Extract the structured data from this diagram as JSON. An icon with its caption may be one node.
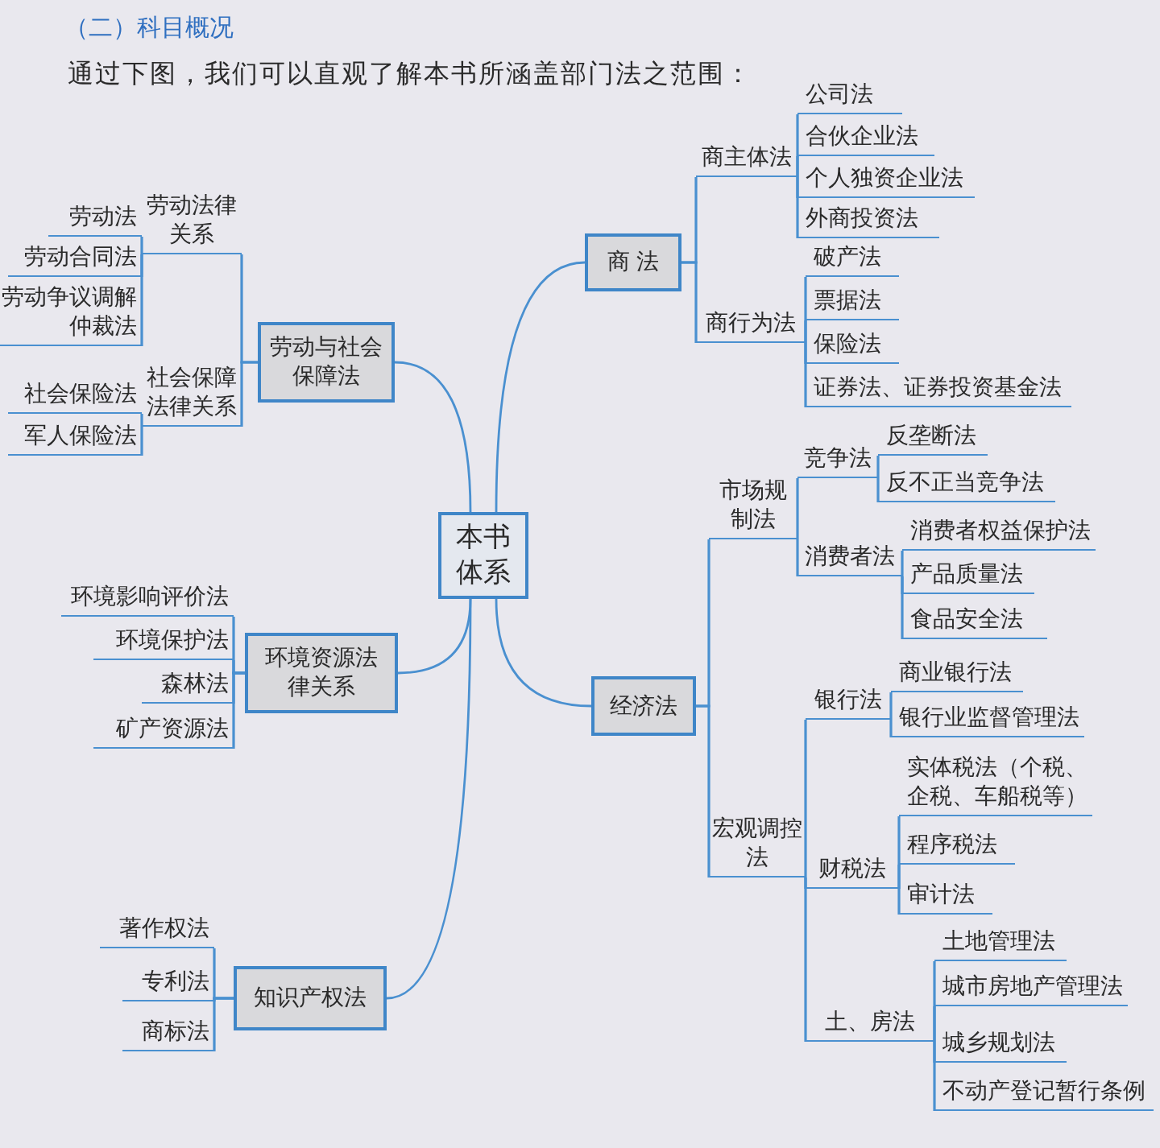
{
  "diagram": {
    "title": "（二）科目概况",
    "nodes": [
      {
        "text": [
          "本书体系"
        ]
      },
      {
        "text": [
          "商 法"
        ]
      },
      {
        "text": [
          "商主体法"
        ]
      },
      {
        "text": [
          "公司法"
        ]
      },
      {
        "text": [
          "合伙企业法"
        ]
      },
      {
        "text": [
          "个人独资企业法"
        ]
      },
      {
        "text": [
          "外商投资法"
        ]
      },
      {
        "text": [
          "商行为法"
        ]
      },
      {
        "text": [
          "破产法"
        ]
      },
      {
        "text": [
          "票据法"
        ]
      },
      {
        "text": [
          "保险法"
        ]
      },
      {
        "text": [
          "证券法、证券投资基金法"
        ]
      },
      {
        "text": [
          "劳动与社会保障法"
        ]
      },
      {
        "text": [
          "劳动法律关系"
        ]
      },
      {
        "text": [
          "劳动法"
        ]
      },
      {
        "text": [
          "劳动合同法"
        ]
      },
      {
        "text": [
          "劳动争议调解仲裁法"
        ]
      },
      {
        "text": [
          "社会保障法律关系"
        ]
      },
      {
        "text": [
          "社会保险法"
        ]
      },
      {
        "text": [
          "军人保险法"
        ]
      },
      {
        "text": [
          "经济法"
        ]
      },
      {
        "text": [
          "市场规制法"
        ]
      },
      {
        "text": [
          "竞争法"
        ]
      },
      {
        "text": [
          "反垄断法"
        ]
      },
      {
        "text": [
          "反不正当竞争法"
        ]
      },
      {
        "text": [
          "消费者法"
        ]
      },
      {
        "text": [
          "消费者权益保护法"
        ]
      },
      {
        "text": [
          "产品质量法"
        ]
      },
      {
        "text": [
          "食品安全法"
        ]
      },
      {
        "text": [
          "宏观调控法"
        ]
      },
      {
        "text": [
          "银行法"
        ]
      },
      {
        "text": [
          "商业银行法"
        ]
      },
      {
        "text": [
          "银行业监督管理法"
        ]
      },
      {
        "text": [
          "财税法"
        ]
      },
      {
        "text": [
          "实体税法（个税、企税、车船税等）"
        ]
      },
      {
        "text": [
          "程序税法"
        ]
      },
      {
        "text": [
          "审计法"
        ]
      },
      {
        "text": [
          "土、房法"
        ]
      },
      {
        "text": [
          "土地管理法"
        ]
      },
      {
        "text": [
          "城市房地产管理法"
        ]
      },
      {
        "text": [
          "城乡规划法"
        ]
      },
      {
        "text": [
          "不动产登记暂行条例"
        ]
      },
      {
        "text": [
          "环境资源法律关系"
        ]
      },
      {
        "text": [
          "环境影响评价法"
        ]
      },
      {
        "text": [
          "环境保护法"
        ]
      },
      {
        "text": [
          "森林法"
        ]
      },
      {
        "text": [
          "矿产资源法"
        ]
      },
      {
        "text": [
          "知识产权法"
        ]
      },
      {
        "text": [
          "著作权法"
        ]
      },
      {
        "text": [
          "专利法"
        ]
      },
      {
        "text": [
          "商标法"
        ]
      }
    ],
    "edges": [
      {
        "from": 0,
        "to": 1,
        "arrow": "none"
      },
      {
        "from": 1,
        "to": 2,
        "arrow": "none"
      },
      {
        "from": 2,
        "to": 3,
        "arrow": "none"
      },
      {
        "from": 2,
        "to": 4,
        "arrow": "none"
      },
      {
        "from": 2,
        "to": 5,
        "arrow": "none"
      },
      {
        "from": 2,
        "to": 6,
        "arrow": "none"
      },
      {
        "from": 1,
        "to": 7,
        "arrow": "none"
      },
      {
        "from": 7,
        "to": 8,
        "arrow": "none"
      },
      {
        "from": 7,
        "to": 9,
        "arrow": "none"
      },
      {
        "from": 7,
        "to": 10,
        "arrow": "none"
      },
      {
        "from": 7,
        "to": 11,
        "arrow": "none"
      },
      {
        "from": 0,
        "to": 12,
        "arrow": "none"
      },
      {
        "from": 12,
        "to": 13,
        "arrow": "none"
      },
      {
        "from": 13,
        "to": 14,
        "arrow": "none"
      },
      {
        "from": 13,
        "to": 15,
        "arrow": "none"
      },
      {
        "from": 13,
        "to": 16,
        "arrow": "none"
      },
      {
        "from": 12,
        "to": 17,
        "arrow": "none"
      },
      {
        "from": 17,
        "to": 18,
        "arrow": "none"
      },
      {
        "from": 17,
        "to": 19,
        "arrow": "none"
      },
      {
        "from": 0,
        "to": 20,
        "arrow": "none"
      },
      {
        "from": 20,
        "to": 21,
        "arrow": "none"
      },
      {
        "from": 21,
        "to": 22,
        "arrow": "none"
      },
      {
        "from": 22,
        "to": 23,
        "arrow": "none"
      },
      {
        "from": 22,
        "to": 24,
        "arrow": "none"
      },
      {
        "from": 21,
        "to": 25,
        "arrow": "none"
      },
      {
        "from": 25,
        "to": 26,
        "arrow": "none"
      },
      {
        "from": 25,
        "to": 27,
        "arrow": "none"
      },
      {
        "from": 25,
        "to": 28,
        "arrow": "none"
      },
      {
        "from": 20,
        "to": 29,
        "arrow": "none"
      },
      {
        "from": 29,
        "to": 30,
        "arrow": "none"
      },
      {
        "from": 30,
        "to": 31,
        "arrow": "none"
      },
      {
        "from": 30,
        "to": 32,
        "arrow": "none"
      },
      {
        "from": 29,
        "to": 33,
        "arrow": "none"
      },
      {
        "from": 33,
        "to": 34,
        "arrow": "none"
      },
      {
        "from": 33,
        "to": 35,
        "arrow": "none"
      },
      {
        "from": 33,
        "to": 36,
        "arrow": "none"
      },
      {
        "from": 29,
        "to": 37,
        "arrow": "none"
      },
      {
        "from": 37,
        "to": 38,
        "arrow": "none"
      },
      {
        "from": 37,
        "to": 39,
        "arrow": "none"
      },
      {
        "from": 37,
        "to": 40,
        "arrow": "none"
      },
      {
        "from": 37,
        "to": 41,
        "arrow": "none"
      },
      {
        "from": 0,
        "to": 42,
        "arrow": "none"
      },
      {
        "from": 42,
        "to": 43,
        "arrow": "none"
      },
      {
        "from": 42,
        "to": 44,
        "arrow": "none"
      },
      {
        "from": 42,
        "to": 45,
        "arrow": "none"
      },
      {
        "from": 42,
        "to": 46,
        "arrow": "none"
      },
      {
        "from": 0,
        "to": 47,
        "arrow": "none"
      },
      {
        "from": 47,
        "to": 48,
        "arrow": "none"
      },
      {
        "from": 47,
        "to": 49,
        "arrow": "none"
      },
      {
        "from": 47,
        "to": 50,
        "arrow": "none"
      }
    ],
    "labels": [
      "通过下图，我们可以直观了解本书所涵盖部门法之范围："
    ]
  }
}
